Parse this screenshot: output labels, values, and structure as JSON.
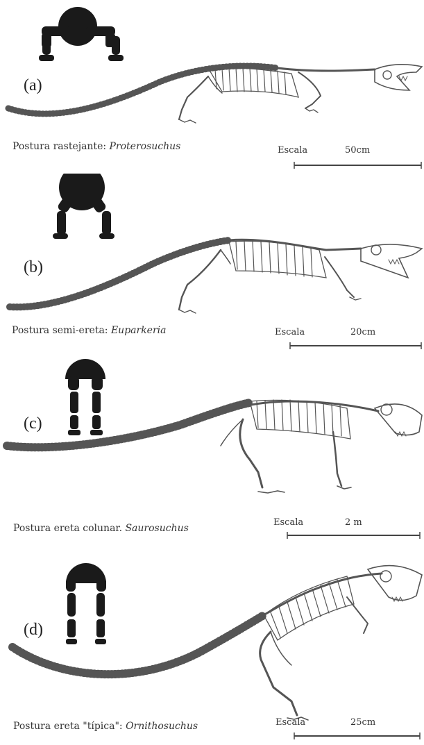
{
  "panels": [
    {
      "letter": "(a)",
      "posture": "Postura rastejante: ",
      "species": "Proterosuchus",
      "scale_label": "Escala",
      "scale_value": "50cm"
    },
    {
      "letter": "(b)",
      "posture": "Postura semi-ereta: ",
      "species": "Euparkeria",
      "scale_label": "Escala",
      "scale_value": "20cm"
    },
    {
      "letter": "(c)",
      "posture": "Postura ereta colunar. ",
      "species": "Saurosuchus",
      "scale_label": "Escala",
      "scale_value": "2 m"
    },
    {
      "letter": "(d)",
      "posture": "Postura ereta \"típica\": ",
      "species": "Ornithosuchus",
      "scale_label": "Escala",
      "scale_value": "25cm"
    }
  ],
  "colors": {
    "icon": "#1a1a1a",
    "line": "#444444",
    "bone": "#555555"
  }
}
